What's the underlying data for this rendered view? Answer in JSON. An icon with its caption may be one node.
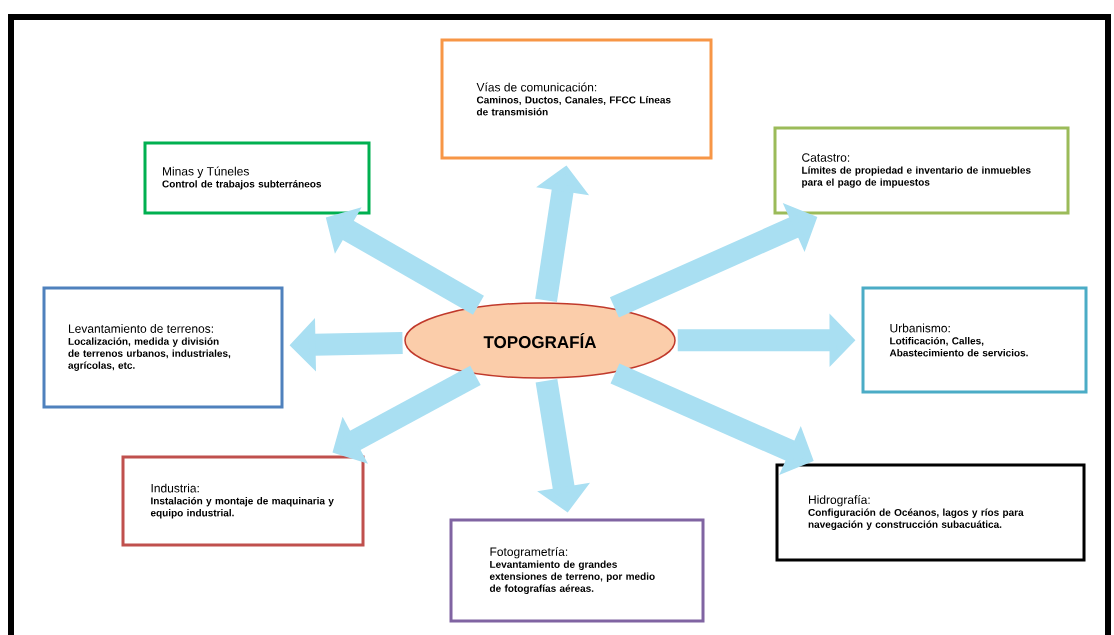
{
  "diagram": {
    "nodes": [
      {
        "text": [
          "Vías de comunicación:",
          "Caminos, Ductos, Canales, FFCC Líneas de transmisión"
        ]
      },
      {
        "text": [
          "Minas y Túneles",
          "Control de trabajos subterráneos"
        ]
      },
      {
        "text": [
          "Catastro:",
          "Límites de propiedad e inventario de inmuebles para el pago de impuestos"
        ]
      },
      {
        "text": [
          "Levantamiento de terrenos:",
          "Localización, medida y división de terrenos urbanos, industriales, agrícolas, etc."
        ]
      },
      {
        "text": [
          "TOPOGRAFÍA"
        ]
      },
      {
        "text": [
          "Urbanismo:",
          "Lotificación, Calles, Abastecimiento de servicios."
        ]
      },
      {
        "text": [
          "Industria:",
          "Instalación y montaje de maquinaria y equipo industrial."
        ]
      },
      {
        "text": [
          "Hidrografía:",
          "Configuración de Océanos, lagos y ríos para navegación y construcción subacuática."
        ]
      },
      {
        "text": [
          "Fotogrametría:",
          "Levantamiento de grandes extensiones de terreno, por medio de fotografías aéreas."
        ]
      }
    ],
    "edges": [
      {
        "from": 4,
        "to": 0,
        "arrow": "to"
      },
      {
        "from": 4,
        "to": 1,
        "arrow": "to"
      },
      {
        "from": 4,
        "to": 2,
        "arrow": "to"
      },
      {
        "from": 4,
        "to": 3,
        "arrow": "to"
      },
      {
        "from": 4,
        "to": 5,
        "arrow": "to"
      },
      {
        "from": 4,
        "to": 6,
        "arrow": "to"
      },
      {
        "from": 4,
        "to": 7,
        "arrow": "to"
      },
      {
        "from": 4,
        "to": 8,
        "arrow": "to"
      }
    ]
  }
}
